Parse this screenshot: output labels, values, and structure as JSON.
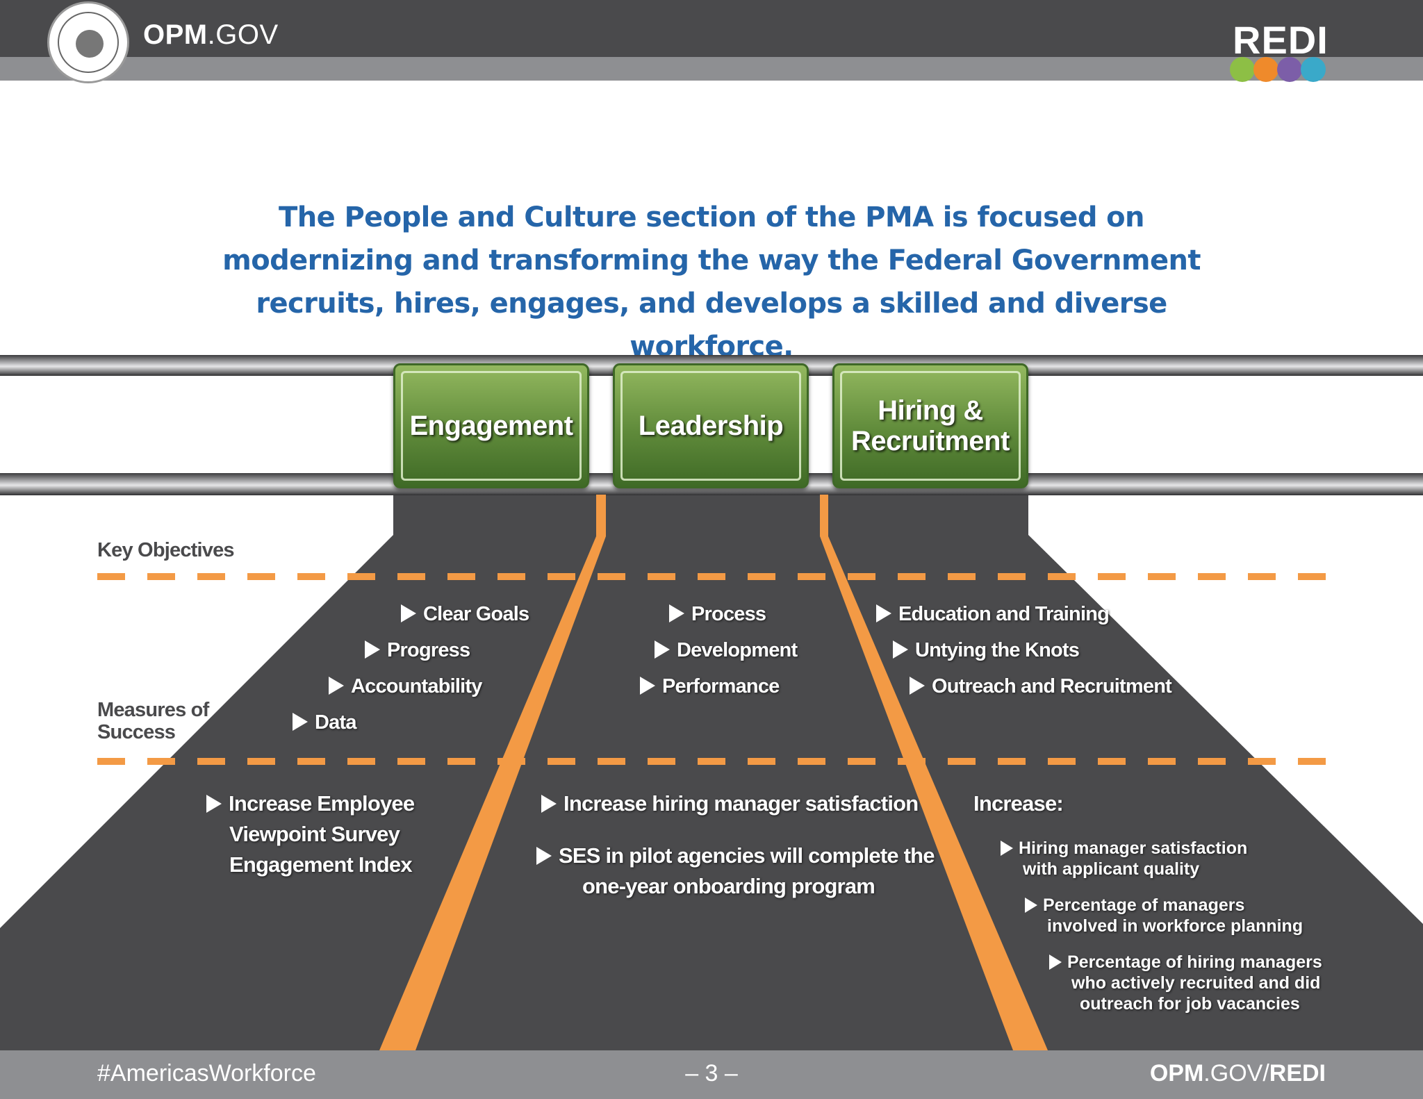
{
  "header": {
    "site_bold": "OPM",
    "site_rest": ".GOV",
    "redi_logo": "REDI",
    "seal_icon": "opm-seal-icon",
    "redi_dot_colors": [
      "#8dbf45",
      "#ef8a2b",
      "#7c5ea8",
      "#3aa9c9"
    ]
  },
  "intro": "The People and Culture section of the PMA is focused on modernizing and transforming the way the Federal Government recruits, hires, engages, and develops a skilled and diverse workforce.",
  "pillars": [
    {
      "label": "Engagement"
    },
    {
      "label": "Leadership"
    },
    {
      "label_line1": "Hiring &",
      "label_line2": "Recruitment"
    }
  ],
  "side_labels": {
    "key_objectives": "Key Objectives",
    "measures_line1": "Measures of",
    "measures_line2": "Success"
  },
  "objectives": {
    "engagement": [
      "Clear Goals",
      "Progress",
      "Accountability",
      "Data"
    ],
    "leadership": [
      "Process",
      "Development",
      "Performance"
    ],
    "hiring": [
      "Education and Training",
      "Untying the Knots",
      "Outreach and Recruitment"
    ]
  },
  "measures": {
    "engagement": {
      "line1": "Increase Employee",
      "line2": "Viewpoint  Survey",
      "line3": "Engagement Index"
    },
    "leadership": [
      {
        "line1": "Increase hiring manager satisfaction"
      },
      {
        "line1": "SES in pilot agencies will complete the",
        "line2": "one-year onboarding program"
      }
    ],
    "hiring": {
      "heading": "Increase:",
      "items": [
        {
          "line1": "Hiring manager satisfaction",
          "line2": "with applicant quality"
        },
        {
          "line1": "Percentage of managers",
          "line2": "involved in workforce planning"
        },
        {
          "line1": "Percentage of hiring managers",
          "line2": "who actively recruited and did",
          "line3": "outreach for job vacancies"
        }
      ]
    }
  },
  "colors": {
    "road": "#4a4a4c",
    "orange": "#f39a45",
    "title_blue": "#2565a9",
    "pillar_green": "#6e9a42"
  },
  "footer": {
    "hashtag": "#AmericasWorkforce",
    "page": "– 3 –",
    "site_bold1": "OPM",
    "site_mid": ".GOV/",
    "site_bold2": "REDI"
  }
}
